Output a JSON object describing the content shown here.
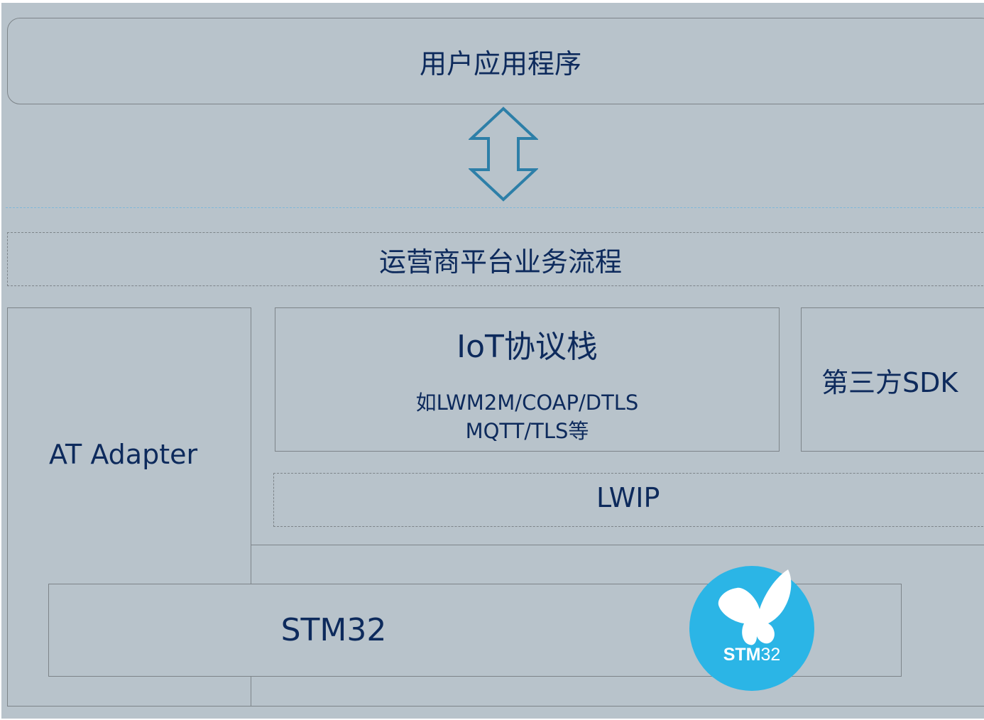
{
  "diagram": {
    "app_layer": "用户应用程序",
    "operator_flow": "运营商平台业务流程",
    "at_adapter": "AT Adapter",
    "iot_stack": {
      "title": "IoT协议栈",
      "line1": "如LWM2M/COAP/DTLS",
      "line2": "MQTT/TLS等"
    },
    "third_party_sdk": "第三方SDK",
    "lwip": "LWIP",
    "mcu": "STM32",
    "logo": {
      "text_bold": "STM",
      "text_light": "32",
      "color": "#2bb5e6"
    }
  }
}
